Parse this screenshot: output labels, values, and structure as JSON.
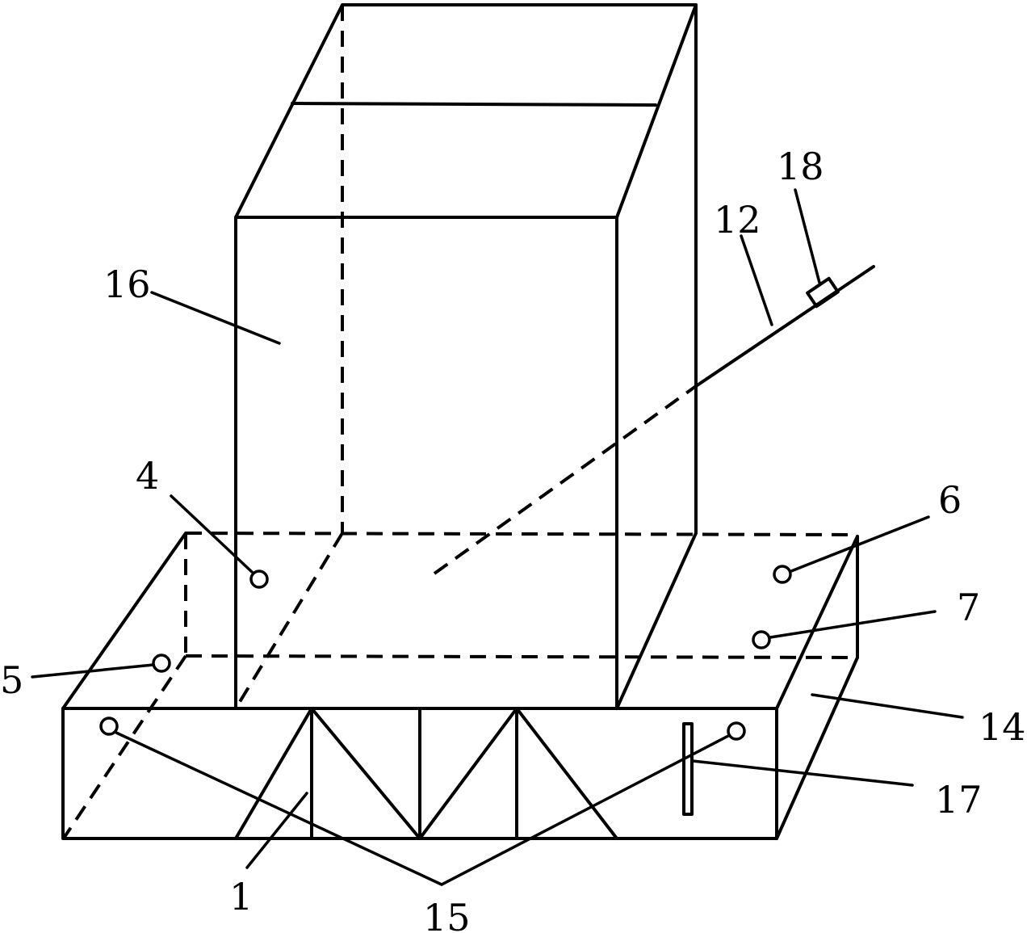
{
  "labels": {
    "l1": "1",
    "l4": "4",
    "l5": "5",
    "l6": "6",
    "l7": "7",
    "l12": "12",
    "l14": "14",
    "l15": "15",
    "l16": "16",
    "l17": "17",
    "l18": "18"
  }
}
